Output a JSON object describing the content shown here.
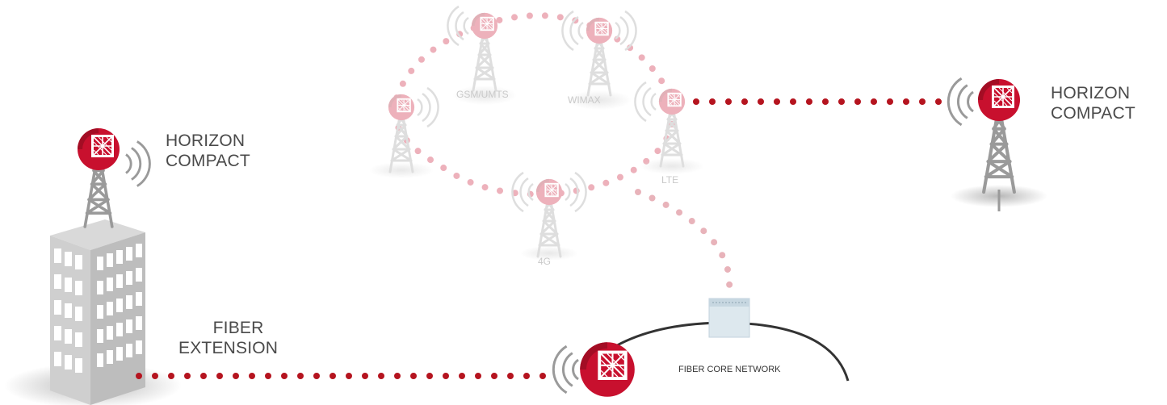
{
  "labels": {
    "horizon_left_line1": "HORIZON",
    "horizon_left_line2": "COMPACT",
    "horizon_right_line1": "HORIZON",
    "horizon_right_line2": "COMPACT",
    "fiber_line1": "FIBER",
    "fiber_line2": "EXTENSION",
    "gsm": "GSM/UMTS",
    "wimax": "WIMAX",
    "lte": "LTE",
    "four_g": "4G",
    "core_network": "FIBER CORE NETWORK"
  },
  "colors": {
    "brand_red": "#c8102e",
    "dot_red": "#b5141f",
    "faint_red": "#e8b3ba",
    "tower_gray": "#9a9a9a",
    "building_gray": "#bdbdbd",
    "core_ring": "#333333"
  },
  "icons": {
    "radio_unit": "red-radio-unit-icon",
    "tower": "lattice-tower-icon",
    "building": "office-building-icon",
    "switch": "network-switch-icon"
  }
}
